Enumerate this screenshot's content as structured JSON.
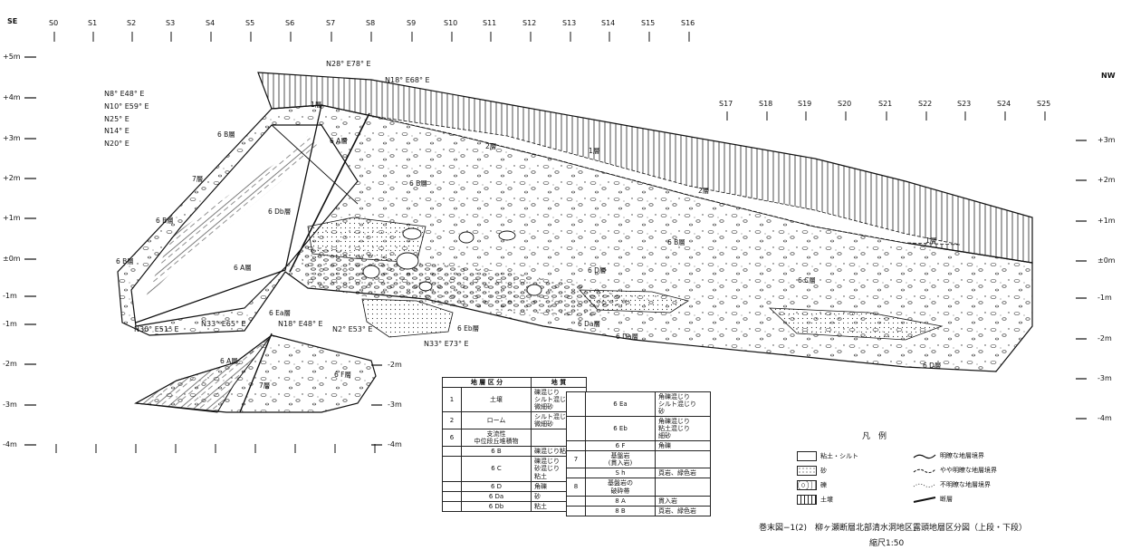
{
  "orientation": {
    "left": "SE",
    "right": "NW"
  },
  "top_stations": [
    "S0",
    "S1",
    "S2",
    "S3",
    "S4",
    "S5",
    "S6",
    "S7",
    "S8",
    "S9",
    "S10",
    "S11",
    "S12",
    "S13",
    "S14",
    "S15",
    "S16"
  ],
  "lower_stations": [
    "S17",
    "S18",
    "S19",
    "S20",
    "S21",
    "S22",
    "S23",
    "S24",
    "S25"
  ],
  "left_levels": [
    "+5m",
    "+4m",
    "+3m",
    "+2m",
    "+1m",
    "±0m",
    "-1m",
    "-1m",
    "-2m",
    "-3m",
    "-4m"
  ],
  "right_levels": [
    "+3m",
    "+2m",
    "+1m",
    "±0m",
    "-1m",
    "-2m",
    "-3m",
    "-4m"
  ],
  "mid_levels": [
    "-2m",
    "-3m",
    "-4m"
  ],
  "strikes": [
    "N8° E48° E",
    "N10° E59° E",
    "N25° E",
    "N14° E",
    "N20° E"
  ],
  "annotations": {
    "n28": "N28° E78° E",
    "n18a": "N18° E68° E",
    "n30": "N30° E51° E",
    "n33a": "N33° E65° E",
    "n18b": "N18° E48° E",
    "n2": "N2° E53° E",
    "n33b": "N33° E73° E"
  },
  "layer_labels": {
    "l1a": "1層",
    "l1b": "1層",
    "l1c": "1層",
    "l2a": "2層",
    "l2b": "2層",
    "l6b_a": "6 B層",
    "l6b_b": "6 B層",
    "l6b_c": "6 B層",
    "l6b_d": "6 B層",
    "l6b_e": "6 B層",
    "l6a_a": "6 A層",
    "l6a_b": "6 A層",
    "l6a_c": "6 A層",
    "l7a": "7層",
    "l7b": "7層",
    "l6db": "6 Db層",
    "l6eb": "6 Eb層",
    "l6ea": "6 Ea層",
    "l6da_a": "6 Da層",
    "l6da_b": "6 Da層",
    "l6d_a": "6 D層",
    "l6d_b": "6 D層",
    "l6c": "6 C層",
    "l6f": "6 F層"
  },
  "table_left": {
    "header": [
      "地 層 区 分",
      "地 質"
    ],
    "rows": [
      {
        "num": "1",
        "name": "土壌",
        "desc": "礫混じり\nシルト混じり\n微細砂"
      },
      {
        "num": "2",
        "name": "ローム",
        "desc": "シルト混じり\n微細砂"
      },
      {
        "num": "6",
        "name": "支流性\n中位段丘堆積物",
        "desc": ""
      },
      {
        "num": "",
        "name": "6 B",
        "desc": "礫混じり粘土"
      },
      {
        "num": "",
        "name": "6 C",
        "desc": "礫混じり\n砂混じり\n粘土"
      },
      {
        "num": "",
        "name": "6 D",
        "desc": "角礫"
      },
      {
        "num": "",
        "name": "6 Da",
        "desc": "砂"
      },
      {
        "num": "",
        "name": "6 Db",
        "desc": "粘土"
      }
    ]
  },
  "table_right": {
    "rows": [
      {
        "num": "",
        "name": "6 Ea",
        "desc": "角礫混じり\nシルト混じり\n砂"
      },
      {
        "num": "",
        "name": "6 Eb",
        "desc": "角礫混じり\n粘土混じり\n細砂"
      },
      {
        "num": "",
        "name": "6 F",
        "desc": "角礫"
      },
      {
        "num": "7",
        "name": "基盤岩\n(貫入岩)",
        "desc": ""
      },
      {
        "num": "",
        "name": "S h",
        "desc": "頁岩、緑色岩"
      },
      {
        "num": "8",
        "name": "基盤岩の\n破砕帯",
        "desc": ""
      },
      {
        "num": "",
        "name": "8 A",
        "desc": "貫入岩"
      },
      {
        "num": "",
        "name": "8 B",
        "desc": "頁岩、緑色岩"
      }
    ]
  },
  "legend": {
    "title": "凡　例",
    "items": [
      "粘土・シルト",
      "砂",
      "礫",
      "土壌"
    ],
    "lines": [
      "明瞭な地層境界",
      "やや明瞭な地層境界",
      "不明瞭な地層境界",
      "断層"
    ]
  },
  "caption": "巻末図−1(2)　柳ヶ瀬断層北部清水洞地区露頭地層区分図（上段・下段）",
  "scale": "縮尺1:50"
}
